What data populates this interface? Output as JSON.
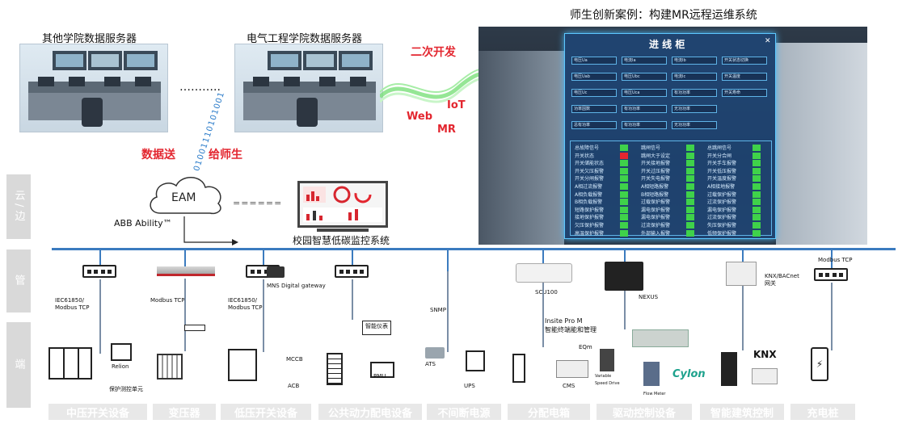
{
  "title_top": "师生创新案例：构建MR远程运维系统",
  "servers": {
    "other": "其他学院数据服务器",
    "electric": "电气工程学院数据服务器",
    "dots": "……….."
  },
  "annotations": {
    "secondary_dev": "二次开发",
    "iot": "IoT",
    "web": "Web",
    "mr": "MR",
    "binary": "01001110101001",
    "data_send": "数据送",
    "to_students": "给师生"
  },
  "eam": {
    "label": "EAM",
    "ability": "ABB Ability™",
    "dashes": "======"
  },
  "monitor_label": "校园智慧低碳监控系统",
  "mr_panel": {
    "heading": "进 线 柜",
    "close": "✕",
    "metrics": [
      [
        "电压Ua",
        "电流Ia",
        "电流Ib",
        "开关状态切换"
      ],
      [
        "电压Uab",
        "电压Ubc",
        "电流Ic",
        "开关温度"
      ],
      [
        "电压Uc",
        "电压Uca",
        "有功功率",
        "开关寿命"
      ],
      [
        "功率因数",
        "有功功率",
        "无功功率"
      ],
      [
        "总有功率",
        "有功功率",
        "无功功率"
      ]
    ],
    "status_col1": [
      "总故障信号",
      "开关状态",
      "开关储能状态",
      "开关欠压报警",
      "开关分闸报警",
      "A相过流报警",
      "A相负载报警",
      "B相负载报警",
      "短路保护报警",
      "接地保护报警",
      "欠压保护报警",
      "高温保护报警"
    ],
    "status_col2": [
      "跳闸信号",
      "跳闸大于设定",
      "开关接地报警",
      "开关过压报警",
      "开关失电报警",
      "A相短路报警",
      "B相短路报警",
      "过载保护报警",
      "漏电保护报警",
      "漏电保护报警",
      "过流保护报警",
      "外部输入报警"
    ],
    "status_col3": [
      "总跳闸信号",
      "开关分合闸",
      "开关手车报警",
      "开关低压报警",
      "开关温度报警",
      "A相接地报警",
      "过载保护报警",
      "过流保护报警",
      "漏电保护报警",
      "过流保护报警",
      "失压保护报警",
      "低频保护报警"
    ]
  },
  "side_labels": [
    "云/边",
    "管",
    "端"
  ],
  "devices": {
    "iec1": "IEC61850/\nModbus TCP",
    "modbus_tcp_1": "Modbus TCP",
    "iec2": "IEC61850/\nModbus TCP",
    "mns": "MNS Digital gateway",
    "snmp": "SNMP",
    "scu100": "SCU100",
    "nexus": "NEXUS",
    "knx_bacnet": "KNX/BACnet\n网关",
    "modbus_tcp_2": "Modbus TCP",
    "relion": "Relion",
    "relion_sub": "保护测控单元",
    "mcc": "MCCB",
    "acb": "ACB",
    "pmu": "PMU",
    "meter_box": "智能仪表",
    "ats": "ATS",
    "ups": "UPS",
    "insite": "Insite Pro M",
    "insite_sub": "智能终端能和管理",
    "eq": "EQm",
    "cms": "CMS",
    "vsd": "Variable\nSpeed Drive",
    "flow": "Flow Meter",
    "cylon": "Cylon",
    "knx": "KNX"
  },
  "categories": [
    "中压开关设备",
    "变压器",
    "低压开关设备",
    "公共动力配电设备",
    "不间断电源",
    "分配电箱",
    "驱动控制设备",
    "智能建筑控制",
    "充电桩"
  ]
}
